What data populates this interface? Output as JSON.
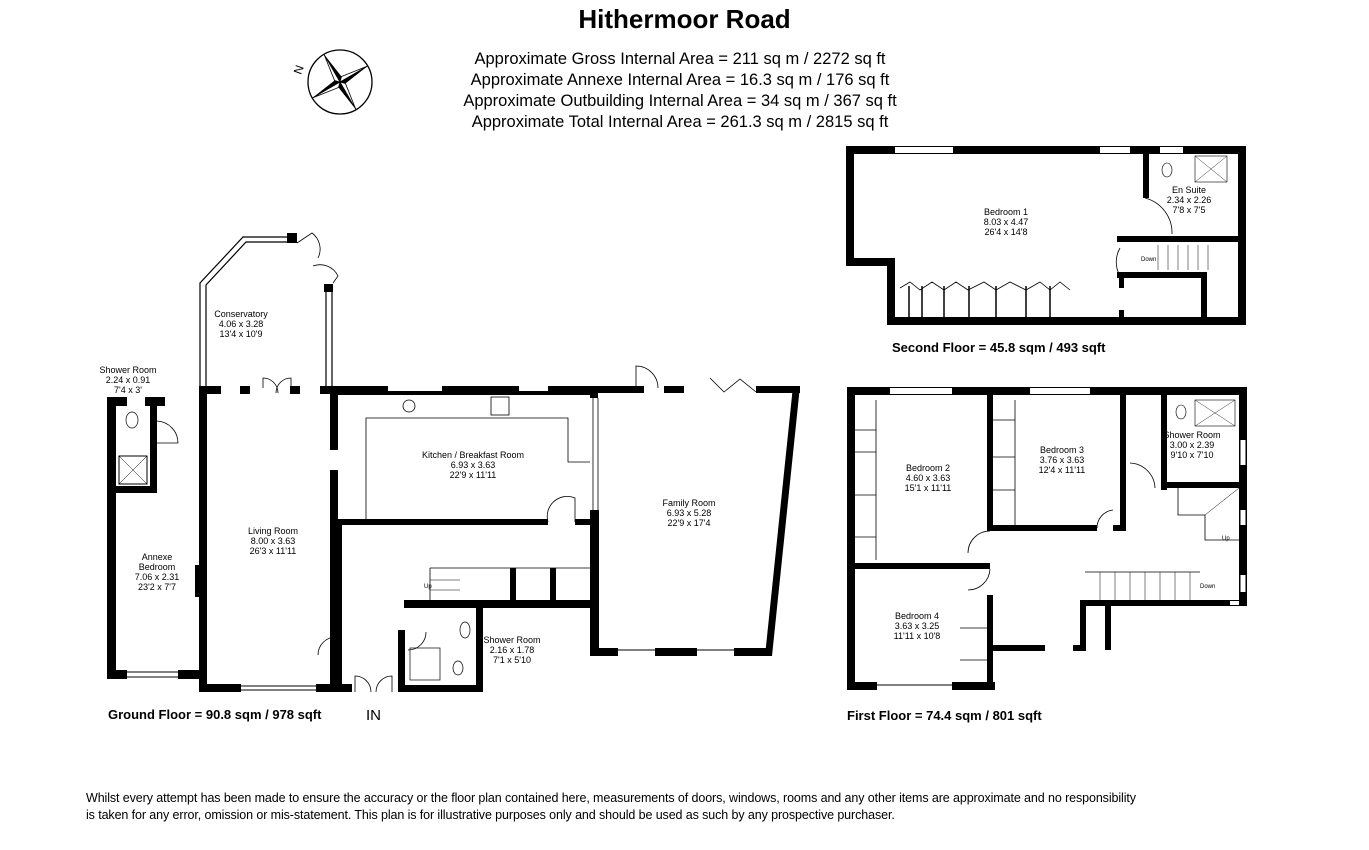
{
  "header": {
    "title": "Hithermoor Road",
    "areas": [
      "Approximate Gross Internal Area = 211 sq m / 2272 sq ft",
      "Approximate Annexe Internal Area = 16.3 sq m / 176 sq ft",
      "Approximate Outbuilding Internal Area = 34 sq m / 367 sq ft",
      "Approximate Total Internal Area = 261.3 sq m / 2815 sq ft"
    ]
  },
  "compass": {
    "icon": "compass-rose-icon",
    "north_label": "N"
  },
  "ground_floor": {
    "label": "Ground Floor = 90.8 sqm / 978 sqft",
    "entrance_label": "IN",
    "rooms": [
      {
        "name": "Conservatory",
        "metric": "4.06 x 3.28",
        "imperial": "13'4 x 10'9"
      },
      {
        "name": "Shower Room",
        "metric": "2.24 x 0.91",
        "imperial": "7'4 x 3'"
      },
      {
        "name": "Annexe",
        "name2": "Bedroom",
        "metric": "7.06 x 2.31",
        "imperial": "23'2 x 7'7"
      },
      {
        "name": "Living Room",
        "metric": "8.00 x 3.63",
        "imperial": "26'3 x 11'11"
      },
      {
        "name": "Kitchen / Breakfast Room",
        "metric": "6.93 x 3.63",
        "imperial": "22'9 x 11'11"
      },
      {
        "name": "Family Room",
        "metric": "6.93 x 5.28",
        "imperial": "22'9 x 17'4"
      },
      {
        "name": "Shower Room",
        "metric": "2.16 x 1.78",
        "imperial": "7'1 x 5'10"
      }
    ],
    "stairs_label": "Up"
  },
  "first_floor": {
    "label": "First Floor = 74.4 sqm / 801 sqft",
    "rooms": [
      {
        "name": "Bedroom 2",
        "metric": "4.60 x 3.63",
        "imperial": "15'1 x 11'11"
      },
      {
        "name": "Bedroom 3",
        "metric": "3.76 x 3.63",
        "imperial": "12'4 x 11'11"
      },
      {
        "name": "Shower Room",
        "metric": "3.00 x 2.39",
        "imperial": "9'10 x 7'10"
      },
      {
        "name": "Bedroom 4",
        "metric": "3.63 x 3.25",
        "imperial": "11'11 x 10'8"
      }
    ],
    "stairs_up_label": "Up",
    "stairs_down_label": "Down"
  },
  "second_floor": {
    "label": "Second Floor = 45.8 sqm / 493 sqft",
    "rooms": [
      {
        "name": "Bedroom 1",
        "metric": "8.03 x 4.47",
        "imperial": "26'4 x 14'8"
      },
      {
        "name": "En Suite",
        "metric": "2.34 x 2.26",
        "imperial": "7'8 x 7'5"
      }
    ],
    "stairs_down_label": "Down"
  },
  "footer": {
    "disclaimer": "Whilst every attempt has been made to ensure the accuracy or the floor plan contained here, measurements of doors, windows, rooms and any other items are approximate and no responsibility is taken for any error, omission or mis-statement. This plan is for illustrative purposes only and should be used as such by any prospective purchaser."
  }
}
